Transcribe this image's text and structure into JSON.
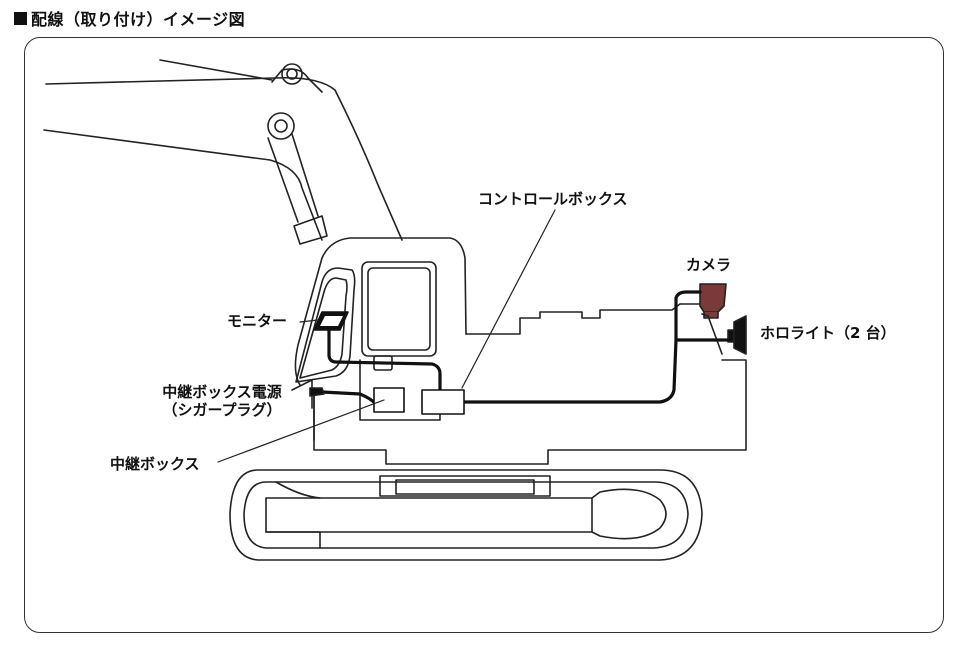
{
  "heading": "配線（取り付け）イメージ図",
  "labels": {
    "control_box": "コントロールボックス",
    "camera": "カメラ",
    "monitor": "モニター",
    "horo_light": "ホロライト（2 台）",
    "relay_power_line1": "中継ボックス電源",
    "relay_power_line2": "（シガープラグ）",
    "relay_box": "中継ボックス"
  },
  "colors": {
    "camera_body": "#7a3a3a",
    "line": "#111111"
  }
}
